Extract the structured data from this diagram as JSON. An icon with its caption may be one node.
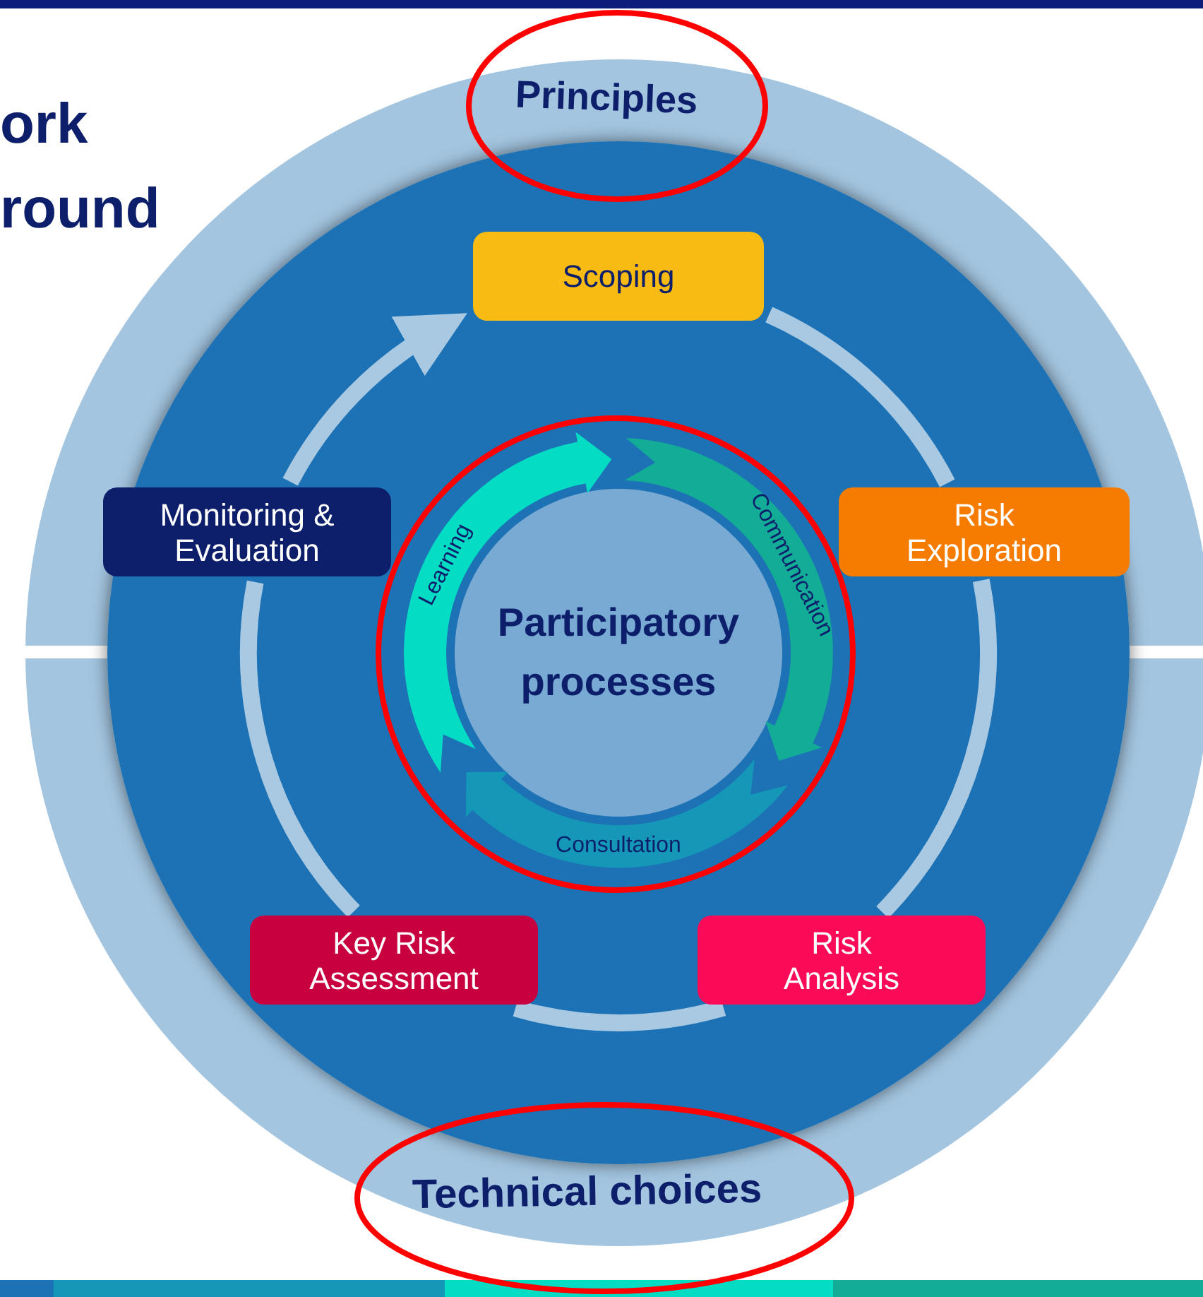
{
  "diagram": {
    "nodes": [
      {
        "text": [
          "Scoping"
        ]
      },
      {
        "text": [
          "Risk Exploration"
        ]
      },
      {
        "text": [
          "Risk Analysis"
        ]
      },
      {
        "text": [
          "Key Risk Assessment"
        ]
      },
      {
        "text": [
          "Monitoring & Evaluation"
        ]
      },
      {
        "text": [
          "Participatory processes"
        ]
      },
      {
        "text": [
          "Learning"
        ]
      },
      {
        "text": [
          "Communication"
        ]
      },
      {
        "text": [
          "Consultation"
        ]
      }
    ],
    "edges": [
      {
        "from": 0,
        "to": 1,
        "arrow": "none"
      },
      {
        "from": 1,
        "to": 2,
        "arrow": "none"
      },
      {
        "from": 2,
        "to": 3,
        "arrow": "none"
      },
      {
        "from": 3,
        "to": 4,
        "arrow": "none"
      },
      {
        "from": 4,
        "to": 0,
        "arrow": "to"
      }
    ],
    "labels": [
      "ork",
      "round",
      "Principles",
      "Technical choices"
    ]
  }
}
